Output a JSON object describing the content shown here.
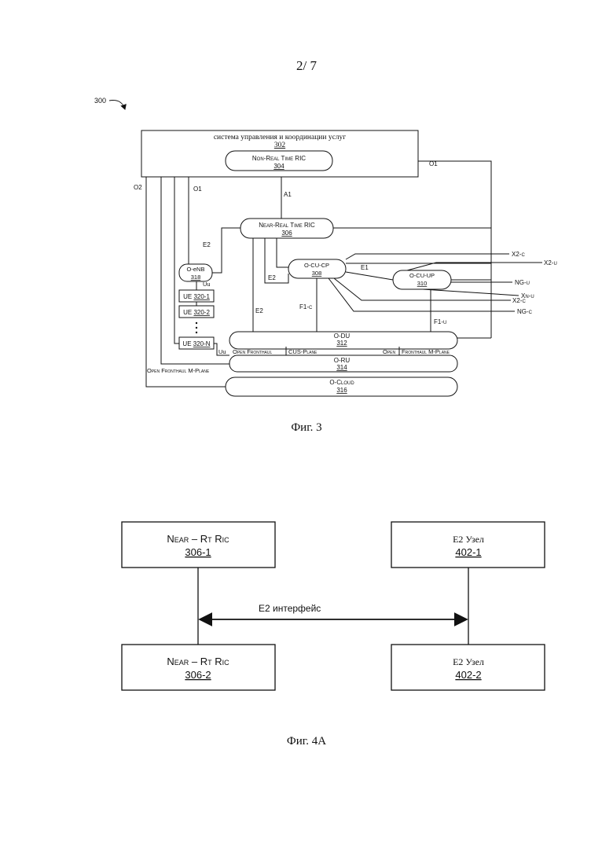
{
  "page_number": "2/ 7",
  "fig3": {
    "ref_label": "300",
    "smo_title": "система управления и координации услуг",
    "smo_num": "302",
    "nonrt_title": "Non-Real Time RIC",
    "nonrt_num": "304",
    "nearrt_title": "Near-Real Time RIC",
    "nearrt_num": "306",
    "oenb_title": "O-eNB",
    "oenb_num": "318",
    "ue1_prefix": "UE ",
    "ue1_num": "320-1",
    "ue2_prefix": "UE ",
    "ue2_num": "320-2",
    "uen_prefix": "UE ",
    "uen_num": "320-N",
    "ellipsis": "•\n•\n•",
    "cucp_title": "O-CU-CP",
    "cucp_num": "308",
    "cuup_title": "O-CU-UP",
    "cuup_num": "310",
    "odu_title": "O-DU",
    "odu_num": "312",
    "oru_title": "O-RU",
    "oru_num": "314",
    "ocloud_title": "O-Cloud",
    "ocloud_num": "316",
    "lbl_o1_top": "O1",
    "lbl_o1_left": "O1",
    "lbl_o2": "O2",
    "lbl_a1": "A1",
    "lbl_e2_enb": "E2",
    "lbl_e2_cucp": "E2",
    "lbl_e2_du": "E2",
    "lbl_e1": "E1",
    "lbl_f1c": "F1-c",
    "lbl_f1u": "F1-u",
    "lbl_uu_top": "Uu",
    "lbl_uu_bottom": "Uu",
    "lbl_x2c_1": "X2-c",
    "lbl_x2u": "X2-u",
    "lbl_ngu": "NG-u",
    "lbl_xnu": "Xn-u",
    "lbl_x2c_2": "X2-c",
    "lbl_ngc": "NG-c",
    "lbl_ofh": "Open Fronthaul",
    "lbl_cus": "CUS-Plane",
    "lbl_open": "Open",
    "lbl_fh_m": "Fronthaul M-Plane",
    "lbl_ofh_m_left": "Open Fronthaul M-Plane",
    "caption": "Фиг. 3"
  },
  "fig4a": {
    "box1_title": "Near – Rt Ric",
    "box1_num": "306-1",
    "box2_title": "E2 Узел",
    "box2_num": "402-1",
    "box3_title": "Near – Rt Ric",
    "box3_num": "306-2",
    "box4_title": "E2 Узел",
    "box4_num": "402-2",
    "interface_label": "E2 интерфейс",
    "caption": "Фиг. 4А"
  }
}
